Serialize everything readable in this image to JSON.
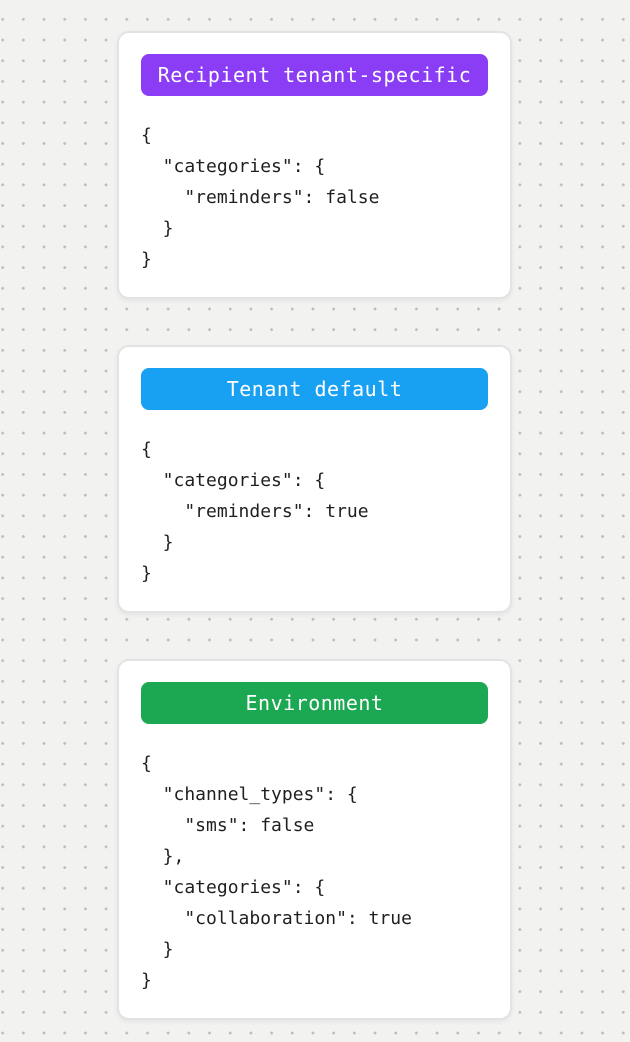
{
  "background": {
    "base_color": "#f2f2f1",
    "dot_color": "#bdbdbd"
  },
  "cards": [
    {
      "id": "recipient-tenant-specific",
      "badge": {
        "label": "Recipient tenant-specific",
        "color": "#8B3DF5"
      },
      "code_lines": [
        "{",
        "  \"categories\": {",
        "    \"reminders\": false",
        "  }",
        "}"
      ]
    },
    {
      "id": "tenant-default",
      "badge": {
        "label": "Tenant default",
        "color": "#18A0F2"
      },
      "code_lines": [
        "{",
        "  \"categories\": {",
        "    \"reminders\": true",
        "  }",
        "}"
      ]
    },
    {
      "id": "environment",
      "badge": {
        "label": "Environment",
        "color": "#1CA852"
      },
      "code_lines": [
        "{",
        "  \"channel_types\": {",
        "    \"sms\": false",
        "  },",
        "  \"categories\": {",
        "    \"collaboration\": true",
        "  }",
        "}"
      ]
    }
  ]
}
